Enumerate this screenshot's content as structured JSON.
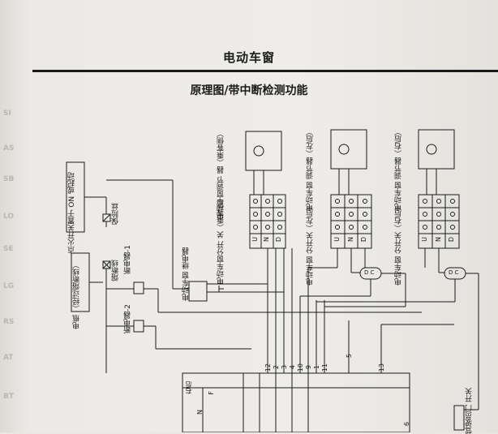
{
  "header": {
    "title": "电动车窗"
  },
  "diagram": {
    "title": "原理图/带中断检测功能",
    "margin_tags": [
      "SI",
      "AS",
      "SB",
      "LO",
      "SE",
      "LG",
      "RS",
      "AT",
      "BT"
    ],
    "left_labels": {
      "ignition": [
        "点火开关置于",
        "ON 或起动"
      ],
      "fuse": "保险丝",
      "battery": [
        "电瓶",
        "（经过熔断线）"
      ],
      "fusible_link": "熔断线",
      "breaker1": "断电器-1",
      "breaker2": "断电器-2",
      "relay": [
        "电动车窗",
        "继电器"
      ]
    },
    "passenger": {
      "regulator": [
        "电动车窗调节",
        "器（乘客侧）"
      ],
      "switch": [
        "电动车窗分开",
        "关（乘客侧）"
      ]
    },
    "rear_left": {
      "regulator": [
        "电动车窗",
        "调节器（左后）"
      ],
      "switch": [
        "电动车窗",
        "分开关（左后）"
      ]
    },
    "rear_right": {
      "regulator": [
        "电动车窗",
        "调节器（右后）"
      ],
      "switch": [
        "电动车窗",
        "分开关（右后）"
      ]
    },
    "door_switch": [
      "驾驶员门",
      "开关"
    ],
    "bottom_label": "右后",
    "switch_pin_letters": [
      "U",
      "N",
      "D"
    ],
    "bottom_pin_letters": [
      "N",
      "F"
    ],
    "connector_pins": [
      "12",
      "2",
      "3",
      "4",
      "10",
      "9",
      "1",
      "11",
      "5",
      "13",
      "6"
    ],
    "dc_label": "D C"
  }
}
